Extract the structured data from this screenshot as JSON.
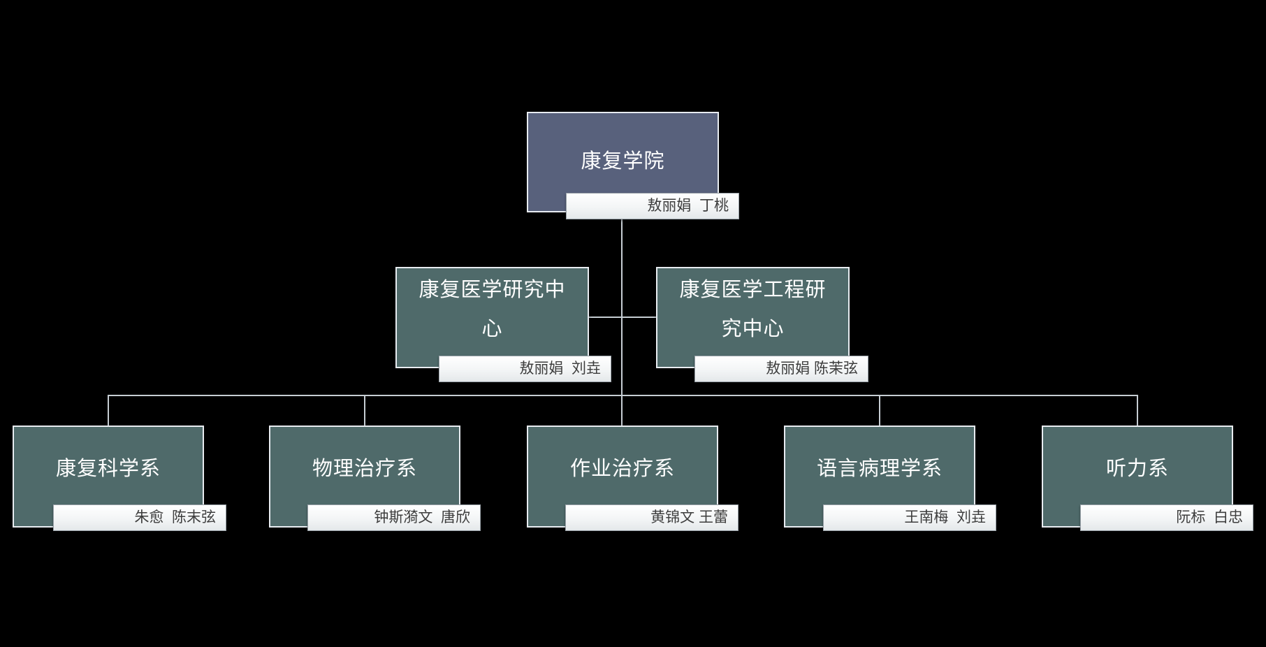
{
  "diagram": {
    "type": "org-chart",
    "background": "#000000",
    "colors": {
      "root_box_fill": "#58617c",
      "branch_box_fill": "#4f6a6a",
      "box_border": "#e8ecf1",
      "name_tag_bg": "#ffffff",
      "name_tag_border": "#99a1a8",
      "name_tag_text": "#3d3d3d",
      "connector_line": "#c6cdd3",
      "title_text": "#ffffff"
    },
    "root": {
      "title": "康复学院",
      "names": "敖丽娟  丁桃"
    },
    "level2": [
      {
        "title": "康复医学研究中心",
        "names": "敖丽娟  刘垚"
      },
      {
        "title": "康复医学工程研究中心",
        "names": "敖丽娟 陈茉弦"
      }
    ],
    "level3": [
      {
        "title": "康复科学系",
        "names": "朱愈  陈末弦"
      },
      {
        "title": "物理治疗系",
        "names": "钟斯漪文  唐欣"
      },
      {
        "title": "作业治疗系",
        "names": "黄锦文 王蕾"
      },
      {
        "title": "语言病理学系",
        "names": "王南梅  刘垚"
      },
      {
        "title": "听力系",
        "names": "阮标  白忠"
      }
    ]
  }
}
